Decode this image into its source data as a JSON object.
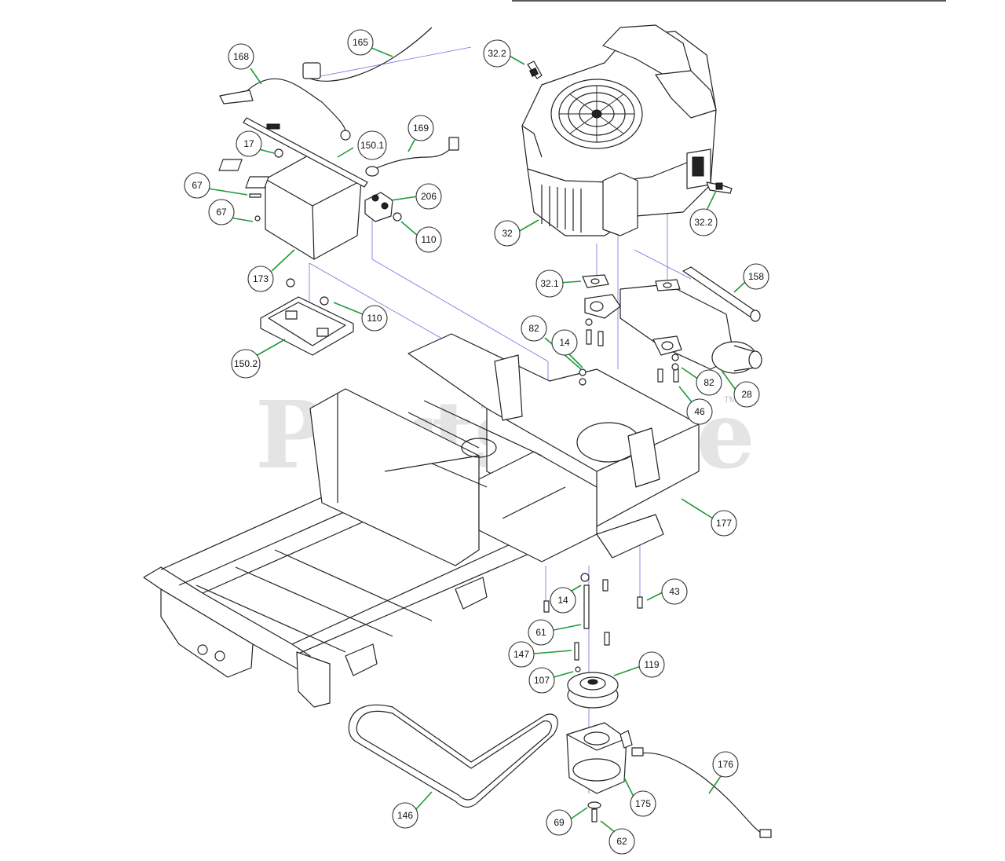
{
  "watermark": "PartsTree",
  "trademark": "TM",
  "callouts": [
    {
      "id": "c165",
      "label": "165"
    },
    {
      "id": "c168",
      "label": "168"
    },
    {
      "id": "c169",
      "label": "169"
    },
    {
      "id": "c17",
      "label": "17"
    },
    {
      "id": "c150_1",
      "label": "150.1"
    },
    {
      "id": "c67a",
      "label": "67"
    },
    {
      "id": "c67b",
      "label": "67"
    },
    {
      "id": "c206",
      "label": "206"
    },
    {
      "id": "c110a",
      "label": "110"
    },
    {
      "id": "c173",
      "label": "173"
    },
    {
      "id": "c110b",
      "label": "110"
    },
    {
      "id": "c150_2",
      "label": "150.2"
    },
    {
      "id": "c32_2a",
      "label": "32.2"
    },
    {
      "id": "c32_2b",
      "label": "32.2"
    },
    {
      "id": "c32",
      "label": "32"
    },
    {
      "id": "c32_1",
      "label": "32.1"
    },
    {
      "id": "c158",
      "label": "158"
    },
    {
      "id": "c82a",
      "label": "82"
    },
    {
      "id": "c14a",
      "label": "14"
    },
    {
      "id": "c82b",
      "label": "82"
    },
    {
      "id": "c28",
      "label": "28"
    },
    {
      "id": "c46",
      "label": "46"
    },
    {
      "id": "c177",
      "label": "177"
    },
    {
      "id": "c43",
      "label": "43"
    },
    {
      "id": "c14b",
      "label": "14"
    },
    {
      "id": "c61",
      "label": "61"
    },
    {
      "id": "c147",
      "label": "147"
    },
    {
      "id": "c119",
      "label": "119"
    },
    {
      "id": "c107",
      "label": "107"
    },
    {
      "id": "c176",
      "label": "176"
    },
    {
      "id": "c175",
      "label": "175"
    },
    {
      "id": "c146",
      "label": "146"
    },
    {
      "id": "c69",
      "label": "69"
    },
    {
      "id": "c62",
      "label": "62"
    }
  ],
  "colors": {
    "leader": "#1e9b3a",
    "guide": "#6f6fe0",
    "watermark": "#cfcfcf",
    "line": "#222222"
  }
}
